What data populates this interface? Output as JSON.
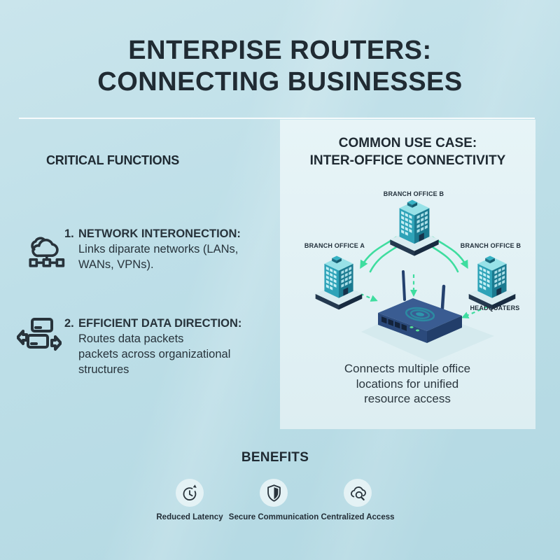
{
  "title": {
    "line1": "ENTERPISE ROUTERS:",
    "line2": "CONNECTING BUSINESSES"
  },
  "functions": {
    "heading": "CRITICAL FUNCTIONS",
    "items": [
      {
        "number": "1.",
        "title": "NETWORK INTERONECTION:",
        "lines": [
          "Links diparate networks (LANs,",
          "WANs, VPNs)."
        ],
        "icon": "cloud-network-icon"
      },
      {
        "number": "2.",
        "title": "EFFICIENT DATA DIRECTION:",
        "lines": [
          "Routes data packets",
          "packets across organizational",
          "structures"
        ],
        "icon": "data-routing-icon"
      }
    ]
  },
  "use_case": {
    "heading_line1": "COMMON USE CASE:",
    "heading_line2": "INTER-OFFICE CONNECTIVITY",
    "labels": {
      "top": "BRANCH OFFICE B",
      "left": "BRANCH OFFICE A",
      "right": "BRANCH OFFICE B",
      "hq": "HEADQUATERS"
    },
    "caption_lines": [
      "Connects multiple office",
      "locations for unified",
      "resource access"
    ]
  },
  "benefits": {
    "heading": "BENEFITS",
    "items": [
      {
        "label": "Reduced Latency",
        "icon": "clock-speed-icon"
      },
      {
        "label": "Secure Communication",
        "icon": "shield-icon"
      },
      {
        "label": "Centralized Access",
        "icon": "cloud-search-icon"
      }
    ]
  },
  "colors": {
    "background_top": "#cae5ec",
    "background_bottom": "#b2d8e2",
    "panel": "#e0eff3",
    "accent_green": "#3edd9f",
    "building_teal": "#2ea3b8",
    "router_navy": "#2b4a7c",
    "text_dark": "#202b33"
  }
}
